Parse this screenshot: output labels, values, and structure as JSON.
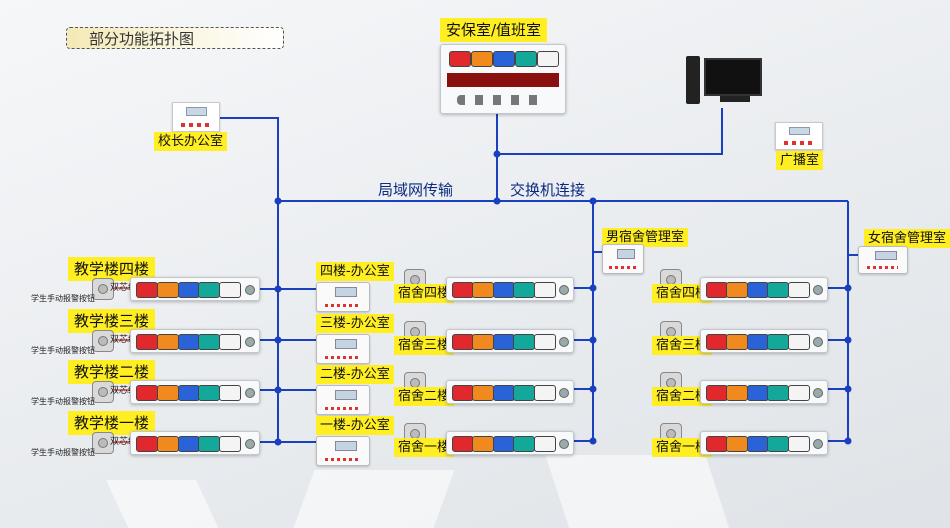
{
  "title": "部分功能拓扑图",
  "security_room": "安保室/值班室",
  "principal_office": "校长办公室",
  "broadcast_room": "广播室",
  "network_label_left": "局域网传输",
  "network_label_right": "交换机连接",
  "male_dorm_office": "男宿舍管理室",
  "female_dorm_office": "女宿舍管理室",
  "teaching_floors": [
    "教学楼四楼",
    "教学楼三楼",
    "教学楼二楼",
    "教学楼一楼"
  ],
  "office_floors": [
    "四楼-办公室",
    "三楼-办公室",
    "二楼-办公室",
    "一楼-办公室"
  ],
  "male_dorm_floors": [
    "宿舍四楼",
    "宿舍三楼",
    "宿舍二楼",
    "宿舍一楼"
  ],
  "female_dorm_floors": [
    "宿舍四楼",
    "宿舍三楼",
    "宿舍二楼",
    "宿舍一楼"
  ],
  "alarm_button_label": "学生手动报警按钮",
  "cable_label": "双芯线",
  "lamp_colors": [
    "#e0282d",
    "#f08a1e",
    "#2a62d8",
    "#14a89a",
    "#f4f4f4"
  ]
}
